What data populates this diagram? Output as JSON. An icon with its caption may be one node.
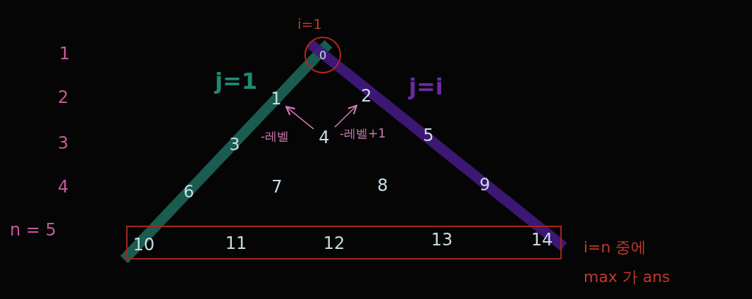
{
  "diagram": {
    "nodes": [
      {
        "text": [
          "0"
        ],
        "beside": [
          "i=1"
        ]
      },
      {
        "text": [
          "1"
        ]
      },
      {
        "text": [
          "2"
        ]
      },
      {
        "text": [
          "3"
        ]
      },
      {
        "text": [
          "4"
        ]
      },
      {
        "text": [
          "5"
        ]
      },
      {
        "text": [
          "6"
        ]
      },
      {
        "text": [
          "7"
        ]
      },
      {
        "text": [
          "8"
        ]
      },
      {
        "text": [
          "9"
        ]
      },
      {
        "text": [],
        "shape": "box"
      },
      {
        "text": [
          "10"
        ],
        "in": 10
      },
      {
        "text": [
          "11"
        ],
        "in": 10
      },
      {
        "text": [
          "12"
        ],
        "in": 10
      },
      {
        "text": [
          "13"
        ],
        "in": 10
      },
      {
        "text": [
          "14"
        ],
        "in": 10
      }
    ],
    "edges": [
      {
        "from": 4,
        "to": 1,
        "arrow": "to",
        "label": "-레벨"
      },
      {
        "from": 4,
        "to": 2,
        "arrow": "to",
        "label": "-레벨+1"
      }
    ],
    "labels": [
      "1",
      "j=1",
      "j=i",
      "2",
      "3",
      "4",
      "n = 5",
      "i=n 중에 max 가 ans"
    ]
  }
}
